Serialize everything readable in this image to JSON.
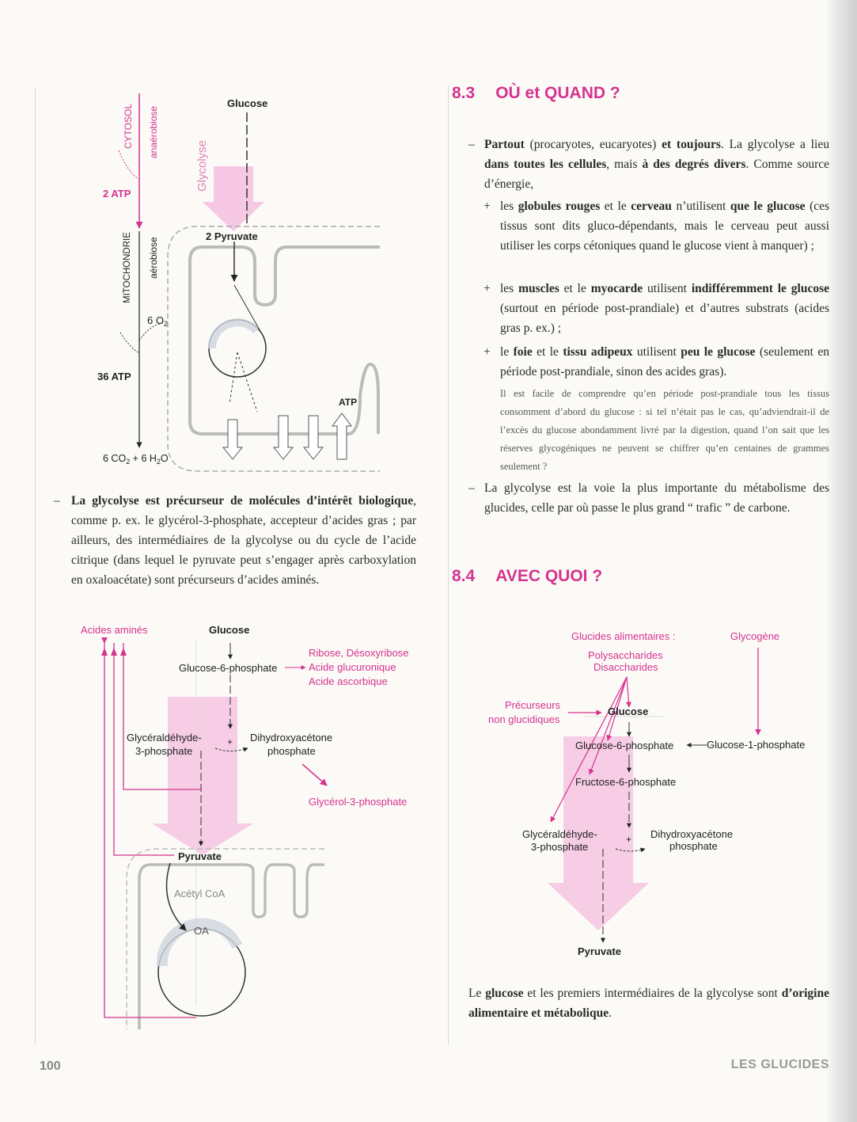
{
  "page": {
    "number": "100",
    "running_title": "LES GLUCIDES"
  },
  "fig1": {
    "cytosol": "CYTOSOL",
    "anaerobiose": "anaérobiose",
    "glycolyse": "Glycolyse",
    "atp2": "2 ATP",
    "mito": "MITOCHONDRIE",
    "aerobiose": "aérobiose",
    "o2_num": "6 O",
    "o2_sub": "2",
    "atp36": "36 ATP",
    "co2_a": "6 CO",
    "co2_sub1": "2",
    "co2_b": " + 6 H",
    "co2_sub2": "2",
    "co2_c": "O",
    "glucose": "Glucose",
    "pyruvate2": "2 Pyruvate",
    "atp": "ATP"
  },
  "left_text": {
    "dash": "–",
    "b1": "La glycolyse est précurseur de molécules d’intérêt biologique",
    "t1": ", comme p. ex. le glycérol-3-phosphate, accepteur d’acides gras ; par ailleurs, des intermédiaires de la glycolyse ou du cycle de l’acide citrique (dans lequel le pyruvate peut s’engager après carboxylation en oxaloacétate) sont précurseurs d’acides aminés."
  },
  "fig2": {
    "acides_amines": "Acides aminés",
    "glucose": "Glucose",
    "g6p": "Glucose-6-phosphate",
    "ribose": "Ribose, Désoxyribose",
    "gluc_acid": "Acide glucuronique",
    "ascorb": "Acide ascorbique",
    "gald1": "Glycéraldéhyde-",
    "gald2": "3-phosphate",
    "dhap1": "Dihydroxyacétone",
    "dhap2": "phosphate",
    "plus": "+",
    "g3p": "Glycérol-3-phosphate",
    "pyruvate": "Pyruvate",
    "acetyl": "Acétyl CoA",
    "oa": "OA"
  },
  "section83": {
    "num": "8.3",
    "title": "OÙ et QUAND ?",
    "dash": "–",
    "p1_b1": "Partout",
    "p1_t1": " (procaryotes, eucaryotes) ",
    "p1_b2": "et toujours",
    "p1_t2": ". La glycolyse a lieu ",
    "p1_b3": "dans toutes les cellules",
    "p1_t3": ", mais ",
    "p1_b4": "à des degrés divers",
    "p1_t4": ". Comme source d’énergie,",
    "plus": "+",
    "i1_t1": "les ",
    "i1_b1": "globules rouges",
    "i1_t2": " et le ",
    "i1_b2": "cerveau",
    "i1_t3": " n’utilisent ",
    "i1_b3": "que le glucose",
    "i1_t4": " (ces tissus sont dits gluco-dépendants, mais le cerveau peut aussi utiliser les corps cétoniques quand le glucose vient à manquer) ;",
    "i2_t1": "les ",
    "i2_b1": "muscles",
    "i2_t2": " et le ",
    "i2_b2": "myocarde",
    "i2_t3": " utilisent ",
    "i2_b3": "indifféremment le glucose",
    "i2_t4": " (surtout en période post-prandiale) et d’autres substrats (acides gras p. ex.) ;",
    "i3_t1": "le ",
    "i3_b1": "foie",
    "i3_t2": " et le ",
    "i3_b2": "tissu adipeux",
    "i3_t3": " utilisent ",
    "i3_b3": "peu le glucose",
    "i3_t4": " (seulement en période post-prandiale, sinon des acides gras).",
    "note": "Il est facile de comprendre qu’en période post-prandiale tous les tissus consomment d’abord du glucose : si tel n’était pas le cas, qu’adviendrait-il de l’excès du glucose abondamment livré par la digestion, quand l’on sait que les réserves glycogéniques ne peuvent se chiffrer qu’en centaines de grammes seulement ?",
    "p2": "La glycolyse est la voie la plus importante du métabolisme des glucides, celle par où passe le plus grand “ trafic ” de carbone."
  },
  "section84": {
    "num": "8.4",
    "title": "AVEC QUOI ?",
    "final_t1": "Le ",
    "final_b1": "glucose",
    "final_t2": " et les premiers intermédiaires de la glycolyse sont ",
    "final_b2": "d’origine alimentaire et métabolique",
    "final_t3": "."
  },
  "fig3": {
    "gluc_alim": "Glucides alimentaires :",
    "glycogene": "Glycogène",
    "poly": "Polysaccharides",
    "disac": "Disaccharides",
    "prec1": "Précurseurs",
    "prec2": "non glucidiques",
    "glucose": "Glucose",
    "g6p": "Glucose-6-phosphate",
    "g1p": "Glucose-1-phosphate",
    "f6p": "Fructose-6-phosphate",
    "gald1": "Glycéraldéhyde-",
    "gald2": "3-phosphate",
    "dhap1": "Dihydroxyacétone",
    "dhap2": "phosphate",
    "plus": "+",
    "pyruvate": "Pyruvate"
  }
}
